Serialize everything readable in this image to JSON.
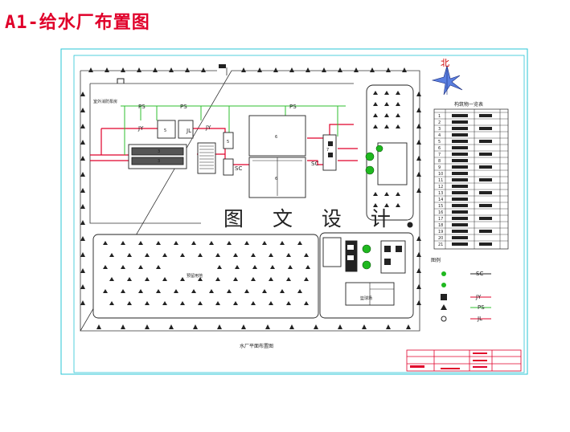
{
  "title": "A1-给水厂布置图",
  "watermark": "图 文 设 计",
  "compass_label": "北",
  "drawing_caption": "水厂平面布置图",
  "table_title": "构筑物一览表",
  "legend_title": "图例",
  "site_labels": {
    "entrance_area": "室外消防泵房",
    "reserve": "预留用地",
    "court": "篮球场"
  },
  "pipe_labels": {
    "ps": "PS",
    "jy": "JY",
    "jl": "JL",
    "sc": "SC"
  },
  "unit_labels": {
    "u3a": "3",
    "u3b": "3",
    "u5a": "5",
    "u5b": "5",
    "u6a": "6",
    "u6b": "6",
    "u7": "7"
  },
  "table_rows": [
    "1",
    "2",
    "3",
    "4",
    "5",
    "6",
    "7",
    "8",
    "9",
    "10",
    "11",
    "12",
    "13",
    "14",
    "15",
    "16",
    "17",
    "18",
    "19",
    "20",
    "21"
  ],
  "legend_items": [
    "SC",
    "JY",
    "PS",
    "JL"
  ],
  "colors": {
    "title": "#e0002a",
    "pipe": "#e0002a",
    "pipe2": "#2fbf2f",
    "frame": "#29c4d6",
    "tree": "#1fb81f",
    "compass": "#5a7fe0",
    "compass_text": "#d10000"
  }
}
